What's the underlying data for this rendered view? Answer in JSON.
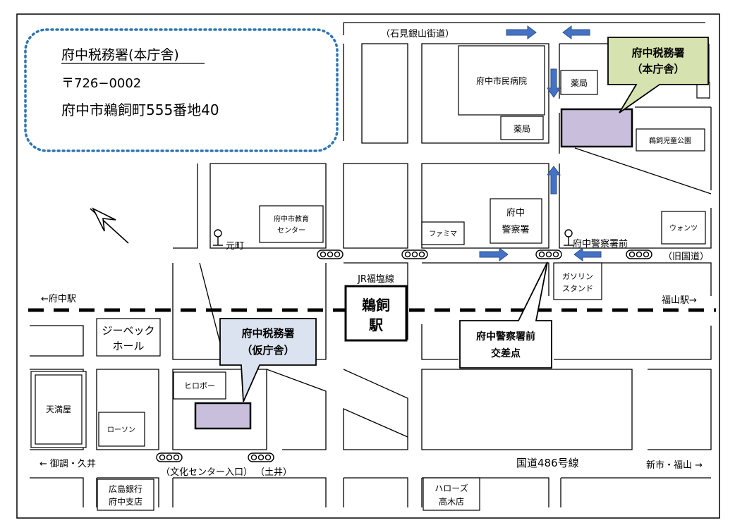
{
  "address": {
    "office_name": "府中税務署(本庁舎)",
    "postal_code": "〒726−0002",
    "street": "府中市鵜飼町555番地40"
  },
  "roads": {
    "top_road": "（石見銀山街道）",
    "old_national_road": "（旧国道）",
    "national_route": "国道486号線",
    "bunka_center_entrance": "（文化センター入口）",
    "doi": "（土井）",
    "motomachi": "元町",
    "police_front": "府中警察署前"
  },
  "directions": {
    "to_fuchu_station": "←府中駅",
    "to_fukuyama_station": "福山駅→",
    "to_mitsugi_kui": "←  御調・久井",
    "to_shin_ichi_fukuyama": "新市・福山  →"
  },
  "railway": {
    "line_label": "JR福塩線",
    "station_line1": "鵜飼",
    "station_line2": "駅"
  },
  "callouts": {
    "main_office": {
      "line1": "府中税務署",
      "line2": "（本庁舎）"
    },
    "temp_office": {
      "line1": "府中税務署",
      "line2": "（仮庁舎）"
    },
    "intersection": {
      "line1": "府中警察署前",
      "line2": "交差点"
    }
  },
  "landmarks": {
    "hospital": "府中市民病院",
    "pharmacy_1": "薬局",
    "pharmacy_2": "薬局",
    "park": "鵜飼児童公園",
    "education_center_line1": "府中市教育",
    "education_center_line2": "センター",
    "familymart": "ファミマ",
    "police_line1": "府中",
    "police_line2": "警察署",
    "wontsu": "ウォンツ",
    "gas_station_line1": "ガソリン",
    "gas_station_line2": "スタンド",
    "gbeck_line1": "ジーベック",
    "gbeck_line2": "ホール",
    "hirobo": "ヒロボー",
    "tenmaya": "天満屋",
    "lawson": "ローソン",
    "hiroshima_bank_line1": "広島銀行",
    "hiroshima_bank_line2": "府中支店",
    "halows_line1": "ハローズ",
    "halows_line2": "高木店"
  },
  "colors": {
    "address_border": "#2e75b6",
    "arrow_fill": "#4472c4",
    "main_callout_fill": "#d6e2b0",
    "temp_callout_fill": "#dce3f0",
    "office_building_fill": "#c9bedc"
  },
  "icons": [
    "north-arrow-icon",
    "traffic-signal-icon",
    "bus-stop-icon",
    "direction-arrow-icon"
  ]
}
